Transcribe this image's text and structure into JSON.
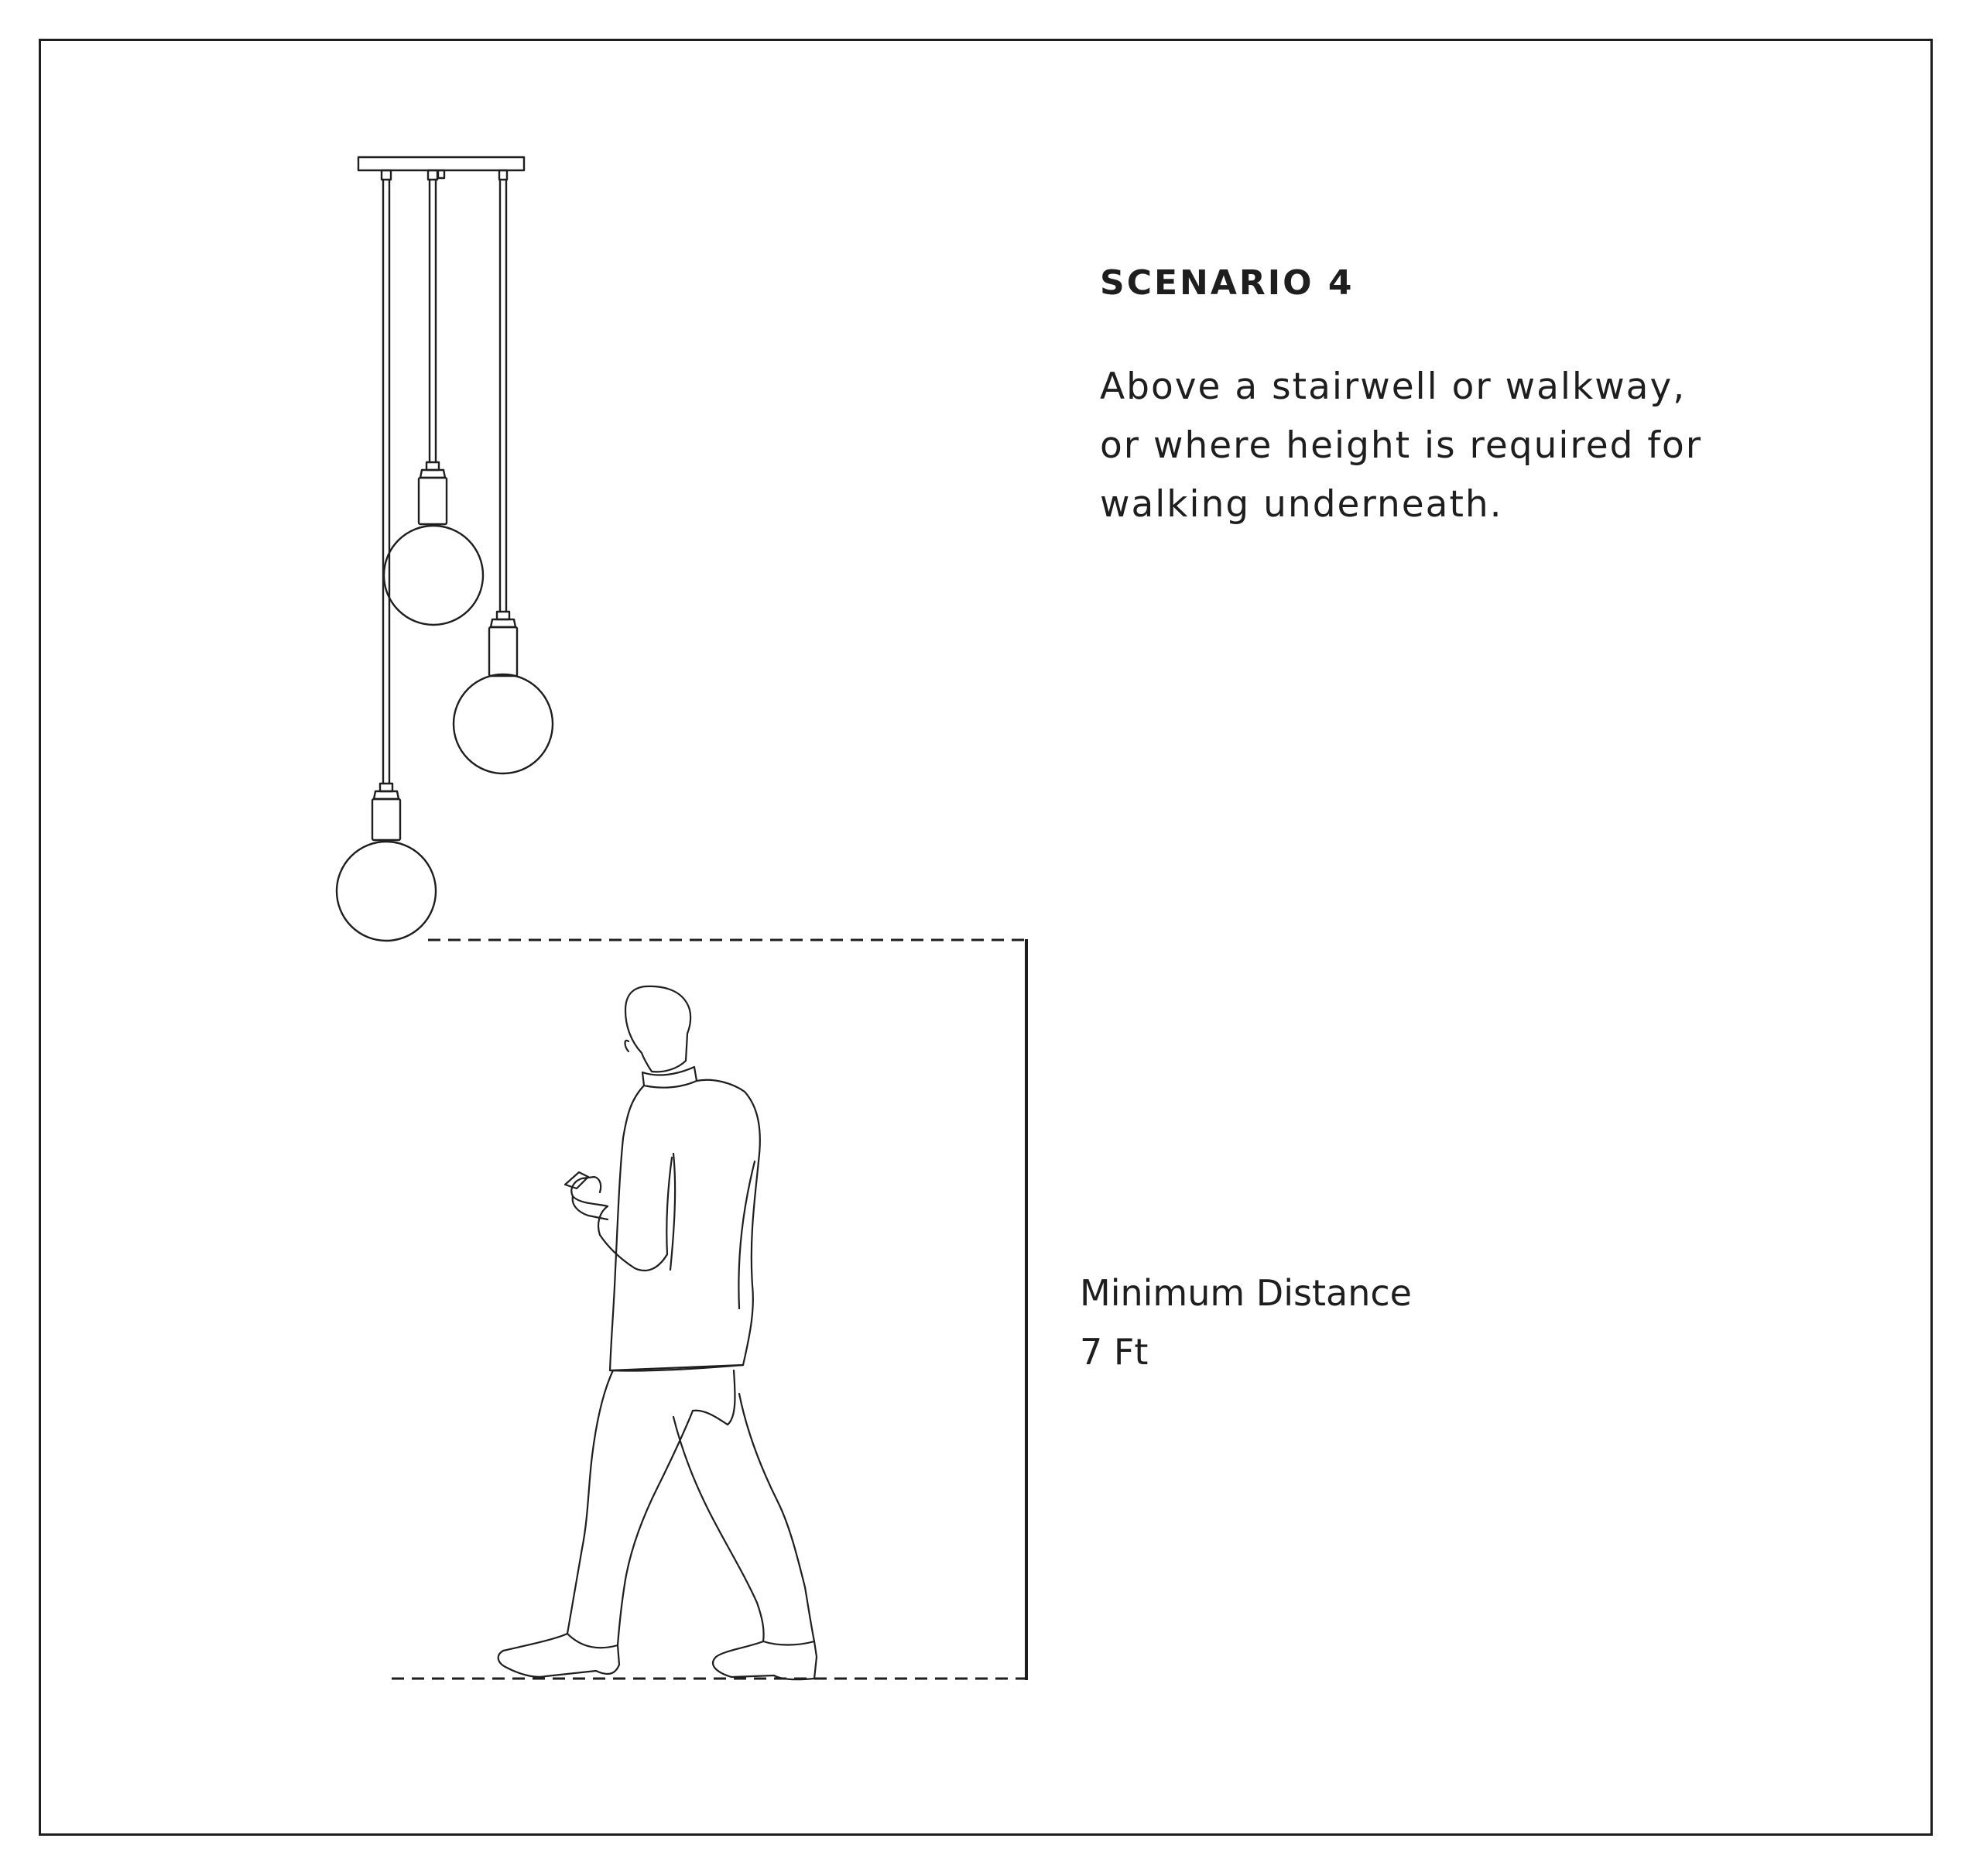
{
  "scenario": {
    "title": "SCENARIO 4",
    "description_lines": [
      "Above a stairwell or walkway,",
      "or where height is required for",
      "walking underneath."
    ]
  },
  "measurement": {
    "label": "Minimum Distance",
    "value": "7 Ft"
  },
  "colors": {
    "line": "#1e1e1e",
    "background": "#ffffff"
  }
}
